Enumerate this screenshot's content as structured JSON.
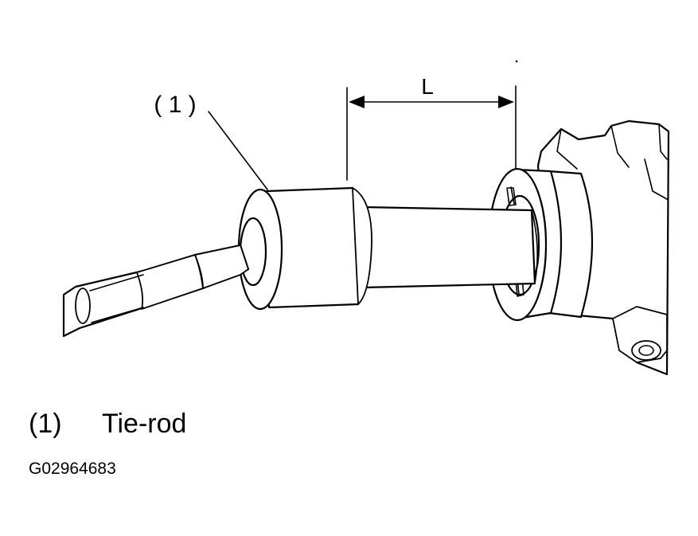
{
  "callout": {
    "number": "( 1 )"
  },
  "dimension": {
    "label": "L"
  },
  "legend": {
    "number": "(1)",
    "text": "Tie-rod"
  },
  "figure_id": "G02964683"
}
